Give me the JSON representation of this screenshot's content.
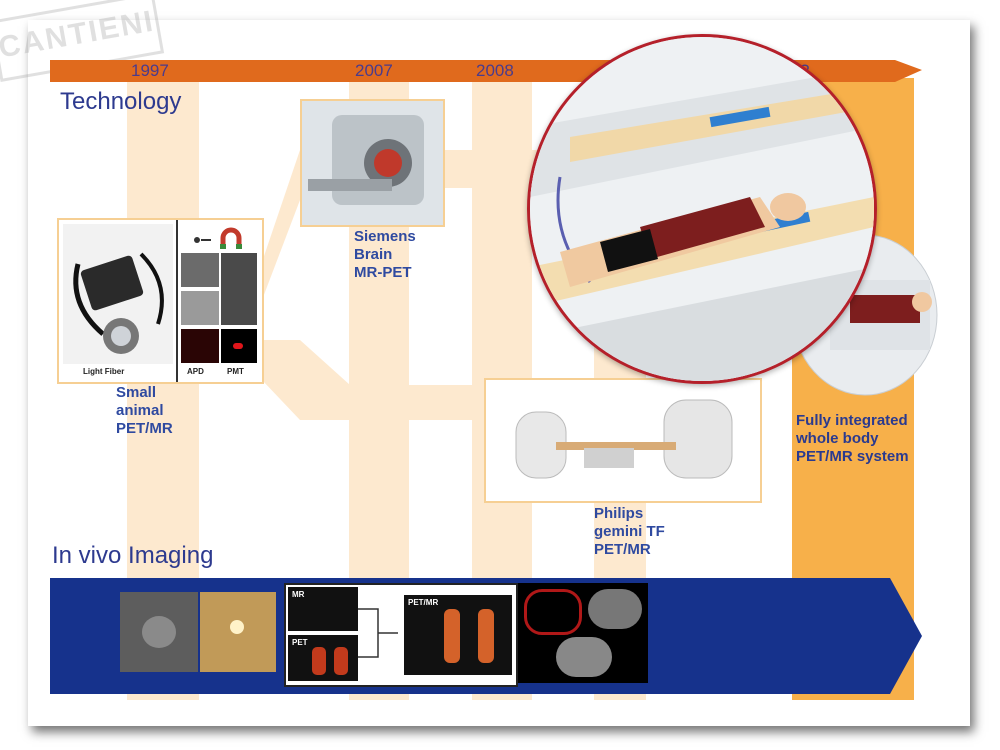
{
  "watermark": "CANTIENI",
  "years": [
    "1997",
    "2007",
    "2008",
    "?"
  ],
  "headings": {
    "technology": "Technology",
    "invivo": "In vivo Imaging"
  },
  "captions": {
    "small_animal": [
      "Small",
      "animal",
      "PET/MR"
    ],
    "siemens": [
      "Siemens",
      "Brain",
      "MR-PET"
    ],
    "philips": [
      "Philips",
      "gemini TF",
      "PET/MR"
    ],
    "fully": [
      "Fully integrated",
      "whole body",
      "PET/MR system"
    ]
  },
  "labels": {
    "light_fiber": "Light Fiber",
    "apd": "APD",
    "pmt": "PMT",
    "mr": "MR",
    "pet": "PET",
    "petmr": "PET/MR"
  },
  "colors": {
    "timeline": "#e06a1d",
    "stripe": "#fde9cf",
    "highlight": "#f7b04a",
    "invivo_bar": "#16328c",
    "caption": "#2f4aa0"
  }
}
